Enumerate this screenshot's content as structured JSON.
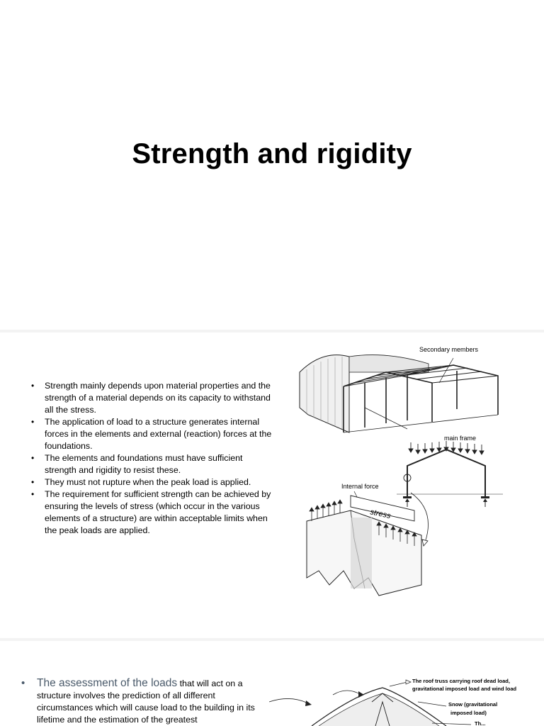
{
  "slide1": {
    "title": "Strength and rigidity"
  },
  "slide2": {
    "bullets": [
      "Strength mainly depends upon material properties and the strength of a material depends on its capacity to withstand all the stress.",
      "The application of load to a structure generates internal forces in the elements and external (reaction) forces at the foundations.",
      "The elements and foundations must have sufficient strength and rigidity to resist these.",
      "They must not rupture when the peak load is applied.",
      "The requirement for sufficient strength can be achieved by ensuring the levels of stress (which occur in the various elements of a structure) are within acceptable limits when the peak loads are applied."
    ],
    "figure_labels": {
      "secondary_members": "Secondary members",
      "main_frame": "main frame",
      "internal_force": "Internal force",
      "stress": "stress"
    }
  },
  "slide3": {
    "bullet_highlight": "The assessment of the loads",
    "bullet_rest": " that will act on a structure involves the prediction of all different circumstances which will cause load to the building in its lifetime and the estimation of the greatest",
    "figure_labels": {
      "roof_truss_line1": "The roof truss carrying roof dead load,",
      "roof_truss_line2": "gravitational imposed load and wind load",
      "snow_line1": "Snow (gravitational",
      "snow_line2": "imposed load)",
      "cut_label": "Th..."
    }
  }
}
